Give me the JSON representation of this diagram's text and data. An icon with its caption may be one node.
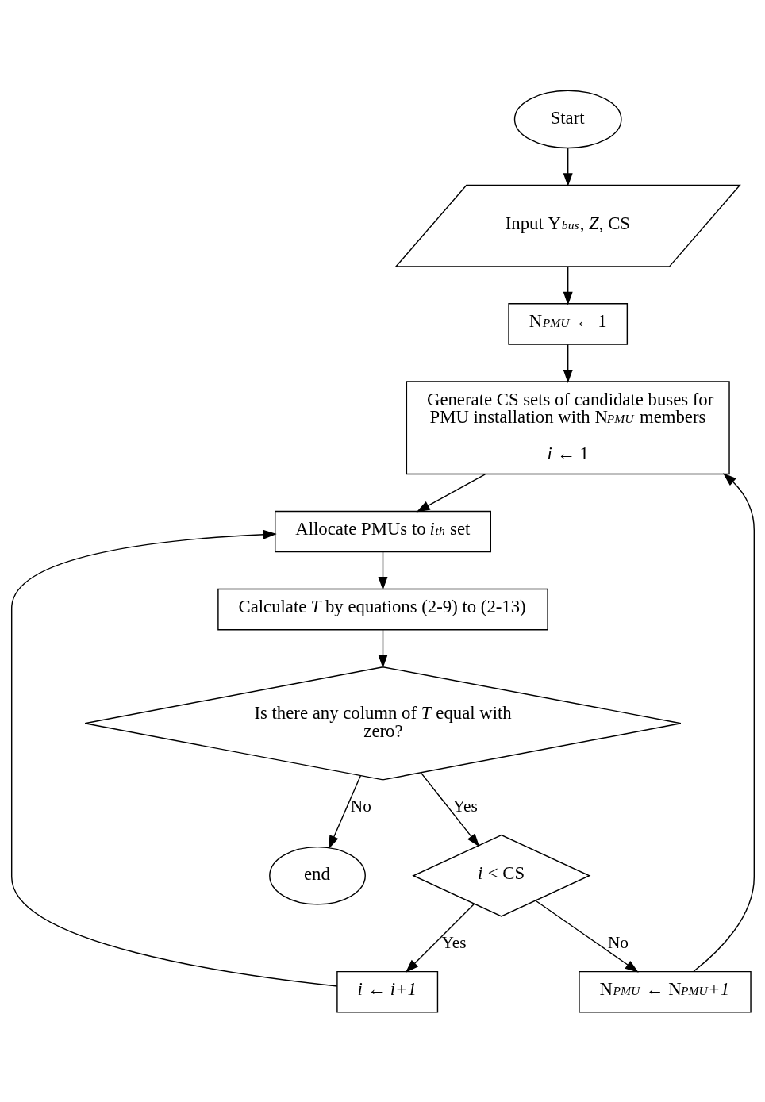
{
  "diagram": {
    "nodes": [
      {
        "text": [
          "Start"
        ]
      },
      {
        "text": [
          "Input Y$_{bus}$, *Z*, CS"
        ]
      },
      {
        "text": [
          "N$_{PMU}$ ← 1"
        ]
      },
      {
        "text": [
          "Generate CS sets of candidate buses for PMU installation with N$_{PMU}$ members",
          "*i* ← 1"
        ]
      },
      {
        "text": [
          "Allocate PMUs to *i*$^{th}$ set"
        ]
      },
      {
        "text": [
          "Calculate *T* by equations (2-9) to (2-13)"
        ]
      },
      {
        "text": [
          "Is there any column of *T* equal with zero?"
        ]
      },
      {
        "text": [
          "end"
        ]
      },
      {
        "text": [
          "*i* < CS"
        ]
      },
      {
        "text": [
          "*i* ← *i+1*"
        ]
      },
      {
        "text": [
          "N$_{PMU}$ ← N$_{PMU}$+*1*"
        ]
      }
    ],
    "edges": [
      {
        "from": 0,
        "to": 1,
        "arrow": "to"
      },
      {
        "from": 1,
        "to": 2,
        "arrow": "to"
      },
      {
        "from": 2,
        "to": 3,
        "arrow": "to"
      },
      {
        "from": 3,
        "to": 4,
        "arrow": "to"
      },
      {
        "from": 4,
        "to": 5,
        "arrow": "to"
      },
      {
        "from": 5,
        "to": 6,
        "arrow": "to"
      },
      {
        "from": 6,
        "to": 7,
        "label": "No",
        "arrow": "to"
      },
      {
        "from": 6,
        "to": 8,
        "label": "Yes",
        "arrow": "to"
      },
      {
        "from": 8,
        "to": 9,
        "label": "Yes",
        "arrow": "to"
      },
      {
        "from": 9,
        "to": 4,
        "arrow": "to"
      },
      {
        "from": 8,
        "to": 10,
        "label": "No",
        "arrow": "to"
      },
      {
        "from": 10,
        "to": 3,
        "arrow": "to"
      }
    ]
  }
}
